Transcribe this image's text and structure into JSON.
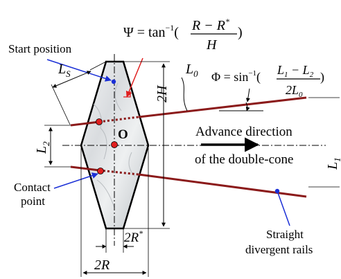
{
  "labels": {
    "psi_formula": "Ψ = tan⁻¹((R − R*)/H)",
    "phi_formula": "Φ = sin⁻¹((L₁ − L₂)/(2L₀))",
    "start_position": "Start position",
    "ls": "L_S",
    "l0": "L_0",
    "l2": "L_2",
    "l1": "L_1",
    "two_h": "2H",
    "o": "O",
    "advance_direction_line1": "Advance direction",
    "advance_direction_line2": "of the double-cone",
    "contact_point_line1": "Contact",
    "contact_point_line2": "point",
    "straight_rails_line1": "Straight",
    "straight_rails_line2": "divergent rails",
    "two_r_star": "2R*",
    "two_r": "2R"
  },
  "colors": {
    "rail": "#8b1a1a",
    "contact_point": "#e02020",
    "blue_pointer": "#1a2fd6",
    "red_pointer": "#e02020",
    "outline": "#000000"
  }
}
